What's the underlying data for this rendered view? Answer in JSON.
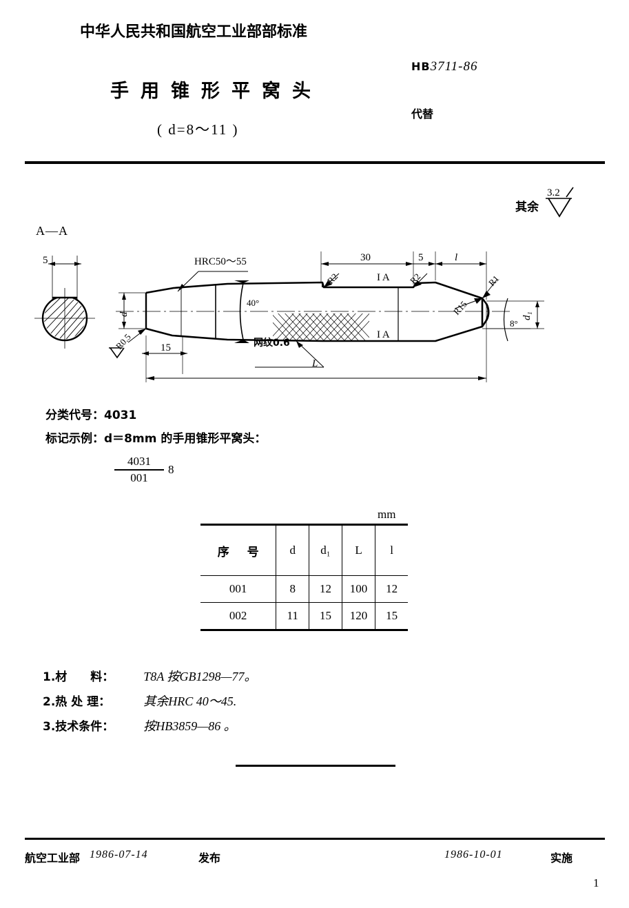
{
  "header": {
    "organization": "中华人民共和国航空工业部部标准",
    "doc_prefix": "HB",
    "doc_number": "3711-86",
    "replaces_label": "代替",
    "title": "手用锥形平窝头",
    "subtitle": "( d=8～11 )"
  },
  "surface": {
    "other_label": "其余",
    "roughness": "3.2"
  },
  "drawing": {
    "section_label": "A—A",
    "section_width": "5",
    "diameter_small": "d",
    "diameter_large": "d₁",
    "hardness_note": "HRC50～55",
    "radius_left": "R0.5",
    "len_15": "15",
    "angle_40": "40°",
    "knurl_note": "网纹0.6",
    "len_30": "30",
    "len_5": "5",
    "len_l_small": "l",
    "len_L": "L",
    "radius_r2_a": "R2",
    "radius_r2_b": "R2",
    "radius_r1": "R1",
    "radius_r15": "R15",
    "angle_8": "8°",
    "datum_a_top": "I A",
    "datum_a_bottom": "I A"
  },
  "spec": {
    "class_code_line": "分类代号：4031",
    "marking_example_line": "标记示例：d＝8mm 的手用锥形平窝头：",
    "fraction_numerator": "4031",
    "fraction_denominator": "001",
    "fraction_suffix": "8"
  },
  "table": {
    "unit": "mm",
    "headers": [
      "序  号",
      "d",
      "d₁",
      "L",
      "l"
    ],
    "rows": [
      [
        "001",
        "8",
        "12",
        "100",
        "12"
      ],
      [
        "002",
        "11",
        "15",
        "120",
        "15"
      ]
    ]
  },
  "notes": [
    {
      "index": "1.",
      "label": "材　　料：",
      "value": "T8A  按GB1298—77。"
    },
    {
      "index": "2.",
      "label": "热 处 理：",
      "value": "其余HRC 40～45."
    },
    {
      "index": "3.",
      "label": "技术条件：",
      "value": "按HB3859—86 。"
    }
  ],
  "footer": {
    "issuer": "航空工业部",
    "issue_date": "1986-07-14",
    "issue_word": "发布",
    "effective_date": "1986-10-01",
    "effective_word": "实施",
    "page_number": "1"
  }
}
